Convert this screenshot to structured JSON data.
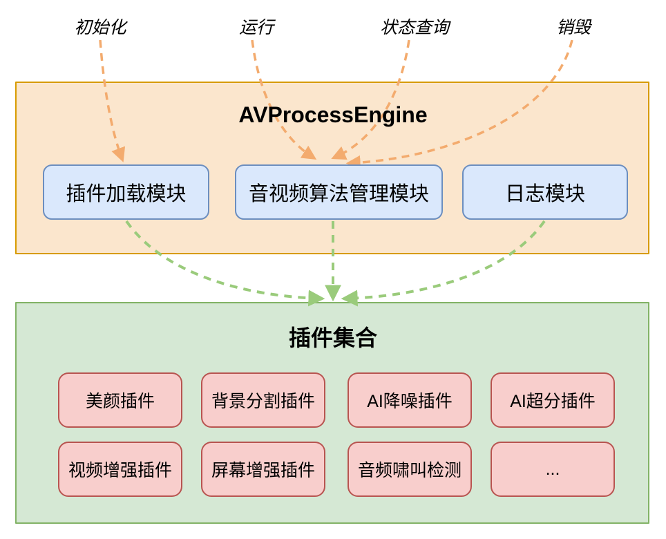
{
  "lifecycle_labels": [
    {
      "label": "初始化"
    },
    {
      "label": "运行"
    },
    {
      "label": "状态查询"
    },
    {
      "label": "销毁"
    }
  ],
  "engine": {
    "title": "AVProcessEngine",
    "modules": [
      {
        "label": "插件加载模块"
      },
      {
        "label": "音视频算法管理模块"
      },
      {
        "label": "日志模块"
      }
    ]
  },
  "plugins": {
    "title": "插件集合",
    "items": [
      {
        "label": "美颜插件"
      },
      {
        "label": "背景分割插件"
      },
      {
        "label": "AI降噪插件"
      },
      {
        "label": "AI超分插件"
      },
      {
        "label": "视频增强插件"
      },
      {
        "label": "屏幕增强插件"
      },
      {
        "label": "音频啸叫检测"
      },
      {
        "label": "..."
      }
    ]
  },
  "colors": {
    "engine_fill": "#fbe6cd",
    "engine_stroke": "#d79b00",
    "module_fill": "#dae8fc",
    "module_stroke": "#6c8ebf",
    "plugins_fill": "#d5e8d4",
    "plugins_stroke": "#82b366",
    "plugin_fill": "#f8cecc",
    "plugin_stroke": "#b85450",
    "orange_arrow": "#f3ab6e",
    "green_arrow": "#9acb7b",
    "text": "#000000"
  }
}
